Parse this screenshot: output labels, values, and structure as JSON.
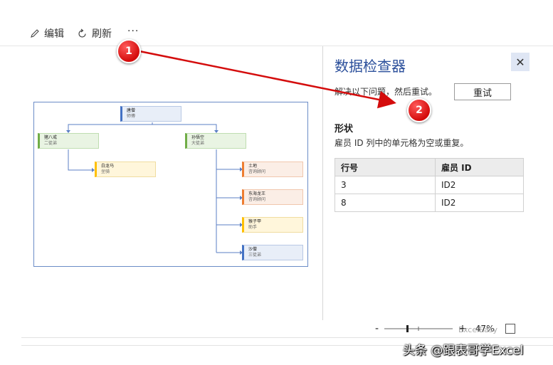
{
  "toolbar": {
    "edit_label": "编辑",
    "refresh_label": "刷新",
    "more_label": "···"
  },
  "callouts": {
    "one": "1",
    "two": "2"
  },
  "preview": {
    "root": {
      "name": "唐僧",
      "title": "师傅"
    },
    "left": {
      "name": "猪八戒",
      "title": "二徒弟"
    },
    "left_child": {
      "name": "白龙马",
      "title": "坐骑"
    },
    "right": {
      "name": "孙悟空",
      "title": "大徒弟"
    },
    "right_children": [
      {
        "name": "土地",
        "title": "咨询顾问"
      },
      {
        "name": "东海龙王",
        "title": "咨询顾问"
      },
      {
        "name": "猴子甲",
        "title": "助手"
      },
      {
        "name": "沙僧",
        "title": "三徒弟"
      }
    ]
  },
  "panel": {
    "title": "数据检查器",
    "close_label": "✕",
    "hint": "解决以下问题，然后重试。",
    "retry_label": "重试",
    "section_title": "形状",
    "section_desc": "雇员 ID 列中的单元格为空或重复。",
    "table": {
      "headers": [
        "行号",
        "雇员 ID"
      ],
      "rows": [
        [
          "3",
          "ID2"
        ],
        [
          "8",
          "ID2"
        ]
      ]
    }
  },
  "status": {
    "minus": "-",
    "plus": "+",
    "zoom_value": "47%"
  },
  "watermark": {
    "text": "头条 @跟表哥学Excel",
    "mini": "ExcelEasy"
  },
  "colors": {
    "arrow": "#d40c0c",
    "accent": "#2b4f9b"
  }
}
